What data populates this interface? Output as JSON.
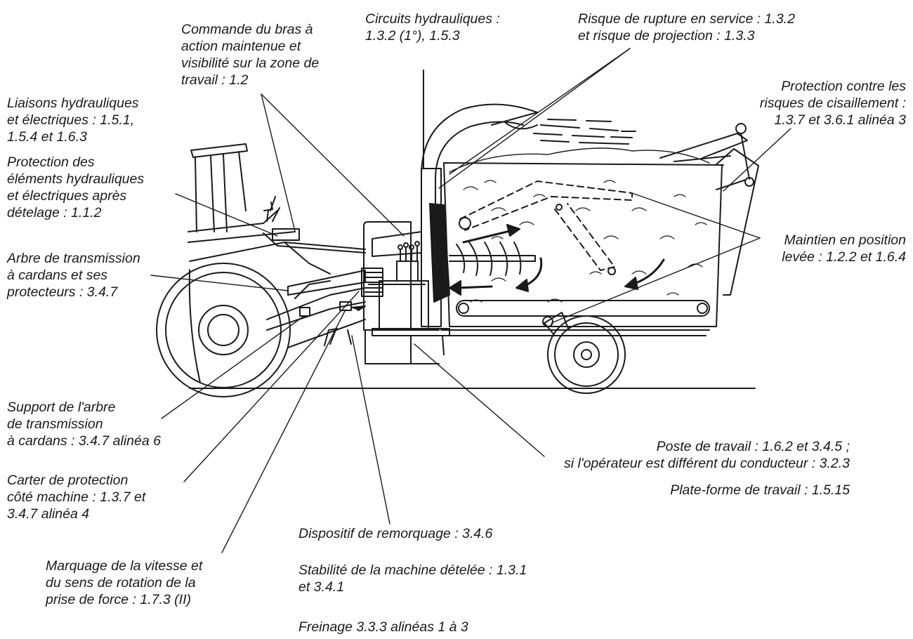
{
  "labels": {
    "circuits": [
      "Circuits hydrauliques :",
      "1.3.2 (1°), 1.5.3"
    ],
    "rupture": [
      "Risque de rupture en service : 1.3.2",
      "et risque de projection : 1.3.3"
    ],
    "commande": [
      "Commande du bras à",
      "action maintenue et",
      "visibilité sur la zone de",
      "travail : 1.2"
    ],
    "cisaillement": [
      "Protection contre les",
      "risques de cisaillement :",
      "1.3.7 et 3.6.1 alinéa 3"
    ],
    "liaisons": [
      "Liaisons hydrauliques",
      "et électriques : 1.5.1,",
      "1.5.4 et 1.6.3"
    ],
    "protection_elements": [
      "Protection des",
      "éléments hydrauliques",
      "et électriques après",
      "dételage : 1.1.2"
    ],
    "maintien": [
      "Maintien en position",
      "levée : 1.2.2 et 1.6.4"
    ],
    "arbre": [
      "Arbre de transmission",
      "à cardans et ses",
      "protecteurs : 3.4.7"
    ],
    "support": [
      "Support de l'arbre",
      "de transmission",
      "à cardans : 3.4.7 alinéa 6"
    ],
    "poste": [
      "Poste de travail : 1.6.2 et 3.4.5 ;",
      "si l'opérateur est différent du conducteur : 3.2.3"
    ],
    "plateforme": [
      "Plate-forme de travail : 1.5.15"
    ],
    "carter": [
      "Carter de protection",
      "côté machine : 1.3.7 et",
      "3.4.7 alinéa 4"
    ],
    "remorquage": [
      "Dispositif de remorquage : 3.4.6"
    ],
    "stabilite": [
      "Stabilité de la machine dételée : 1.3.1",
      "et 3.4.1"
    ],
    "marquage": [
      "Marquage de la vitesse et",
      "du sens de rotation de la",
      "prise de force : 1.7.3 (II)"
    ],
    "freinage": [
      "Freinage 3.3.3 alinéas 1 à 3"
    ]
  }
}
